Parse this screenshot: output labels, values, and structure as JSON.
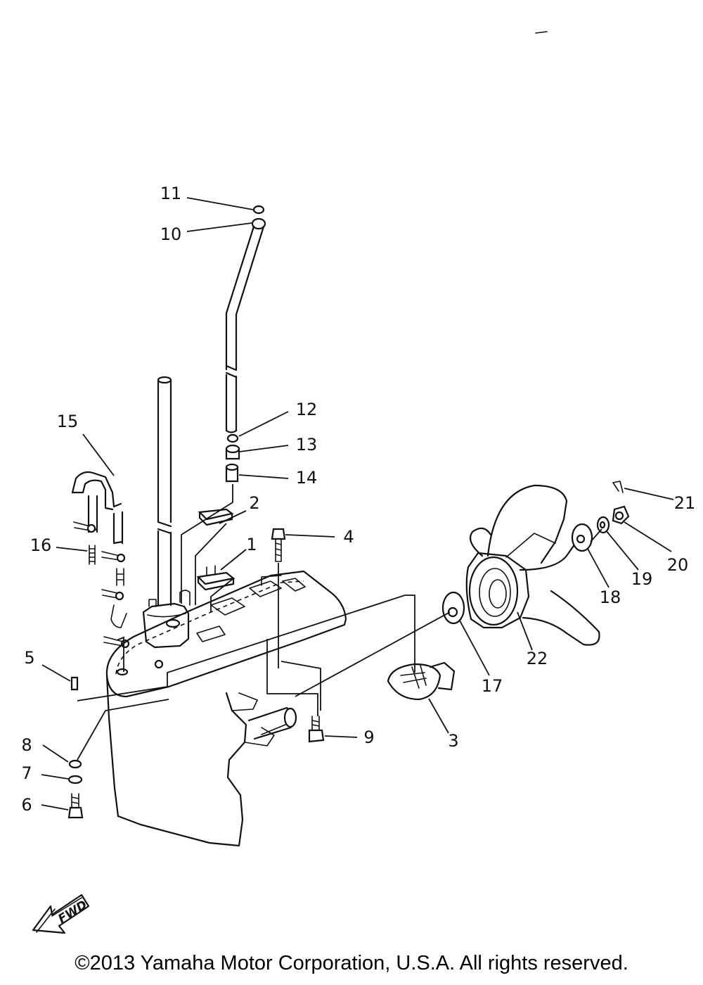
{
  "diagram": {
    "callouts": [
      {
        "num": "1"
      },
      {
        "num": "2"
      },
      {
        "num": "3"
      },
      {
        "num": "4"
      },
      {
        "num": "5"
      },
      {
        "num": "6"
      },
      {
        "num": "7"
      },
      {
        "num": "8"
      },
      {
        "num": "9"
      },
      {
        "num": "10"
      },
      {
        "num": "11"
      },
      {
        "num": "12"
      },
      {
        "num": "13"
      },
      {
        "num": "14"
      },
      {
        "num": "15"
      },
      {
        "num": "16"
      },
      {
        "num": "17"
      },
      {
        "num": "18"
      },
      {
        "num": "19"
      },
      {
        "num": "20"
      },
      {
        "num": "21"
      },
      {
        "num": "22"
      }
    ],
    "fwd_label": "FWD",
    "copyright": "©2013 Yamaha Motor Corporation, U.S.A. All rights reserved."
  }
}
